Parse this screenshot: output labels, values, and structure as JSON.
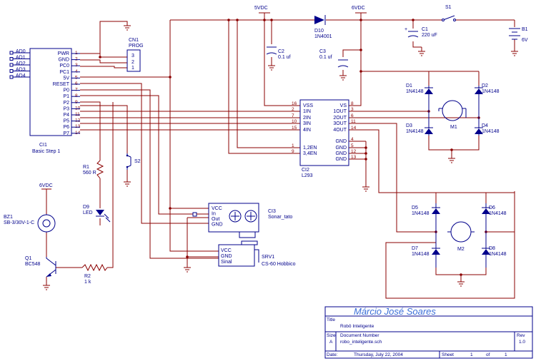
{
  "power": {
    "v5": "5VDC",
    "v6": "6VDC",
    "v6b": "6VDC"
  },
  "bs1": {
    "ref": "CI1",
    "name": "Basic Step 1",
    "left_pins": [
      "AD0",
      "AD1",
      "AD2",
      "AD3",
      "AD4"
    ],
    "pins": [
      {
        "name": "PWR",
        "num": "1"
      },
      {
        "name": "GND",
        "num": "2"
      },
      {
        "name": "PC0",
        "num": "3"
      },
      {
        "name": "PC1",
        "num": "4"
      },
      {
        "name": "5V",
        "num": "5"
      },
      {
        "name": "RESET",
        "num": "6"
      },
      {
        "name": "P0",
        "num": "7"
      },
      {
        "name": "P1",
        "num": "8"
      },
      {
        "name": "P2",
        "num": "9"
      },
      {
        "name": "P3",
        "num": "10"
      },
      {
        "name": "P4",
        "num": "11"
      },
      {
        "name": "P5",
        "num": "12"
      },
      {
        "name": "P6",
        "num": "13"
      },
      {
        "name": "P7",
        "num": "14"
      }
    ]
  },
  "cn1": {
    "ref": "CN1",
    "name": "PROG",
    "pins": [
      "3",
      "2",
      "1"
    ]
  },
  "d10": {
    "ref": "D10",
    "name": "1N4001"
  },
  "c1": {
    "ref": "C1",
    "value": "220 uF"
  },
  "c2": {
    "ref": "C2",
    "value": "0.1 uf"
  },
  "c3": {
    "ref": "C3",
    "value": "0.1 uf"
  },
  "s1": {
    "ref": "S1"
  },
  "b1": {
    "ref": "B1",
    "value": "6V"
  },
  "l293": {
    "ref": "CI2",
    "name": "L293",
    "left": [
      {
        "name": "VSS",
        "num": "16"
      },
      {
        "name": "1IN",
        "num": "2"
      },
      {
        "name": "2IN",
        "num": "7"
      },
      {
        "name": "3IN",
        "num": "10"
      },
      {
        "name": "4IN",
        "num": "15"
      },
      {
        "name": "1,2EN",
        "num": "1"
      },
      {
        "name": "3,4EN",
        "num": "9"
      }
    ],
    "right": [
      {
        "name": "VS",
        "num": "8"
      },
      {
        "name": "1OUT",
        "num": "3"
      },
      {
        "name": "2OUT",
        "num": "6"
      },
      {
        "name": "3OUT",
        "num": "11"
      },
      {
        "name": "4OUT",
        "num": "14"
      },
      {
        "name": "GND",
        "num": "4"
      },
      {
        "name": "GND",
        "num": "5"
      },
      {
        "name": "GND",
        "num": "12"
      },
      {
        "name": "GND",
        "num": "13"
      }
    ]
  },
  "bridge1": {
    "d1": "D1",
    "d2": "D2",
    "d3": "D3",
    "d4": "D4",
    "part": "1N4148",
    "motor": "M1"
  },
  "bridge2": {
    "d5": "D5",
    "d6": "D6",
    "d7": "D7",
    "d8": "D8",
    "part": "1N4148",
    "motor": "M2"
  },
  "r1": {
    "ref": "R1",
    "value": "560 R"
  },
  "s2": {
    "ref": "S2"
  },
  "d9": {
    "ref": "D9",
    "name": "LED"
  },
  "bz1": {
    "ref": "BZ1",
    "name": "SB-3/30V-1-C"
  },
  "q1": {
    "ref": "Q1",
    "name": "BC548"
  },
  "r2": {
    "ref": "R2",
    "value": "1 k"
  },
  "sonar": {
    "ref": "CI3",
    "name": "Sonar_tato",
    "pins": [
      "VCC",
      "In",
      "Out",
      "GND"
    ]
  },
  "servo": {
    "ref": "SRV1",
    "name": "CS-60 Hobbico",
    "pins": [
      "VCC",
      "GND",
      "Sinal"
    ]
  },
  "title_block": {
    "author": "Márcio José Soares",
    "title_label": "Title",
    "title": "Robô Inteligente",
    "size_label": "Size",
    "size": "A",
    "docnum_label": "Document Number",
    "docnum": "robo_inteligente.sch",
    "rev_label": "Rev",
    "rev": "1.0",
    "date_label": "Date:",
    "date": "Thursday, July 22, 2004",
    "sheet_label": "Sheet",
    "sheet": "1",
    "of_label": "of",
    "sheets": "1"
  }
}
